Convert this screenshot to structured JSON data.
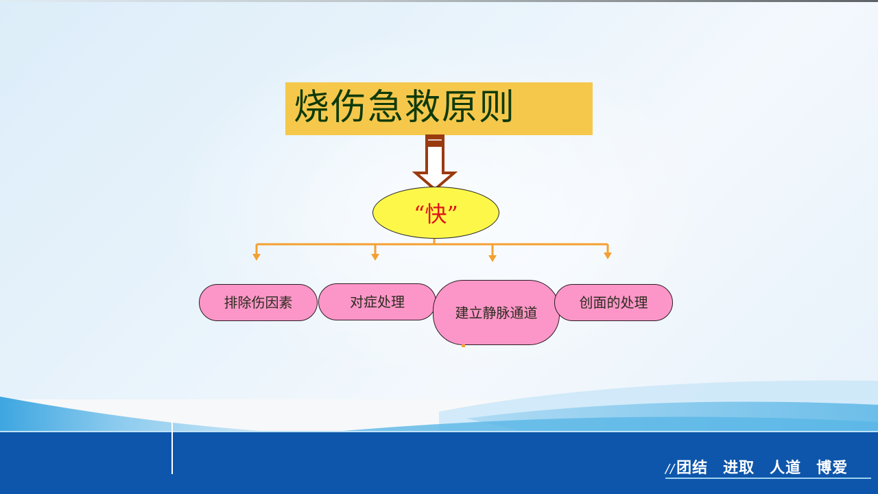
{
  "slide": {
    "title": "烧伤急救原则",
    "central_node": "“快”",
    "branches": [
      {
        "label": "排除伤因素"
      },
      {
        "label": "对症处理"
      },
      {
        "label": "建立静脉通道"
      },
      {
        "label": "创面的处理"
      }
    ]
  },
  "footer": {
    "slogan_prefix": "//",
    "slogan_words": [
      "团结",
      "进取",
      "人道",
      "博爱"
    ]
  },
  "colors": {
    "title_bg": "#f5c84c",
    "title_text": "#0f3a0b",
    "ellipse_fill": "#fdf74a",
    "ellipse_text": "#e0131b",
    "connector": "#f4a030",
    "arrow_outline": "#9a3a10",
    "pill_fill": "#fd96c8",
    "footer_bg": "#0e56ab"
  }
}
